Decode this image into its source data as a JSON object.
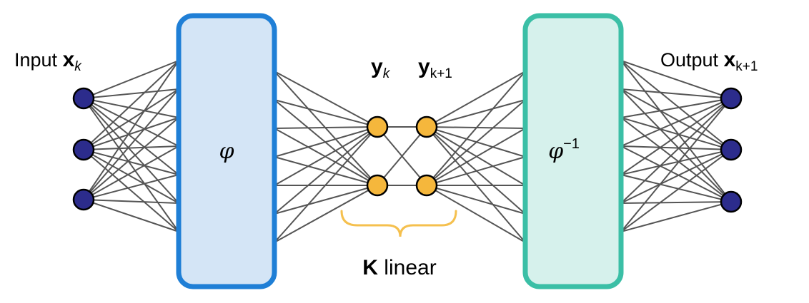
{
  "input_label": {
    "text": "Input ",
    "var": "x",
    "sub": "k"
  },
  "output_label": {
    "text": "Output ",
    "var": "x",
    "sub": "k+1"
  },
  "latent_labels": [
    {
      "var": "y",
      "sub": "k"
    },
    {
      "var": "y",
      "sub": "k+1"
    }
  ],
  "encoder": {
    "symbol": "φ",
    "border_color": "#1f7fd6",
    "fill_color": "#d4e5f6"
  },
  "decoder": {
    "symbol": "φ",
    "superscript": "−1",
    "border_color": "#3bbfa6",
    "fill_color": "#d6f1ec"
  },
  "operator_label": {
    "bold": "K",
    "rest": " linear"
  },
  "colors": {
    "io_node": "#2c2c8c",
    "latent_node": "#f5b73c",
    "edge": "#555555",
    "brace": "#f5c04e"
  }
}
